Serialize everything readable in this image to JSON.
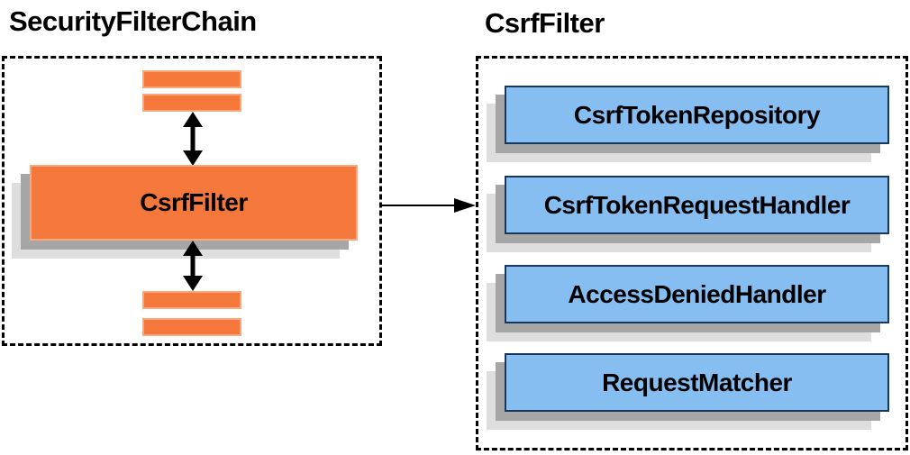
{
  "diagram": {
    "left_panel": {
      "title": "SecurityFilterChain",
      "filter_box_label": "CsrfFilter"
    },
    "right_panel": {
      "title": "CsrfFilter",
      "components": [
        {
          "label": "CsrfTokenRepository"
        },
        {
          "label": "CsrfTokenRequestHandler"
        },
        {
          "label": "AccessDeniedHandler"
        },
        {
          "label": "RequestMatcher"
        }
      ]
    },
    "colors": {
      "orange_fill": "#F4783C",
      "orange_border": "#F9A87E",
      "blue_fill": "#87BEF2",
      "blue_border": "#17375D",
      "shadow_dark": "#A6A6A6",
      "shadow_light": "#DEDEDE",
      "arrow": "#000000",
      "dashed_border": "#000000"
    },
    "icons": [
      {
        "name": "bidirectional-arrow-icon",
        "meaning": "request/response flow between filters"
      },
      {
        "name": "flow-arrow-icon",
        "meaning": "CsrfFilter delegates to collaborators"
      }
    ]
  }
}
